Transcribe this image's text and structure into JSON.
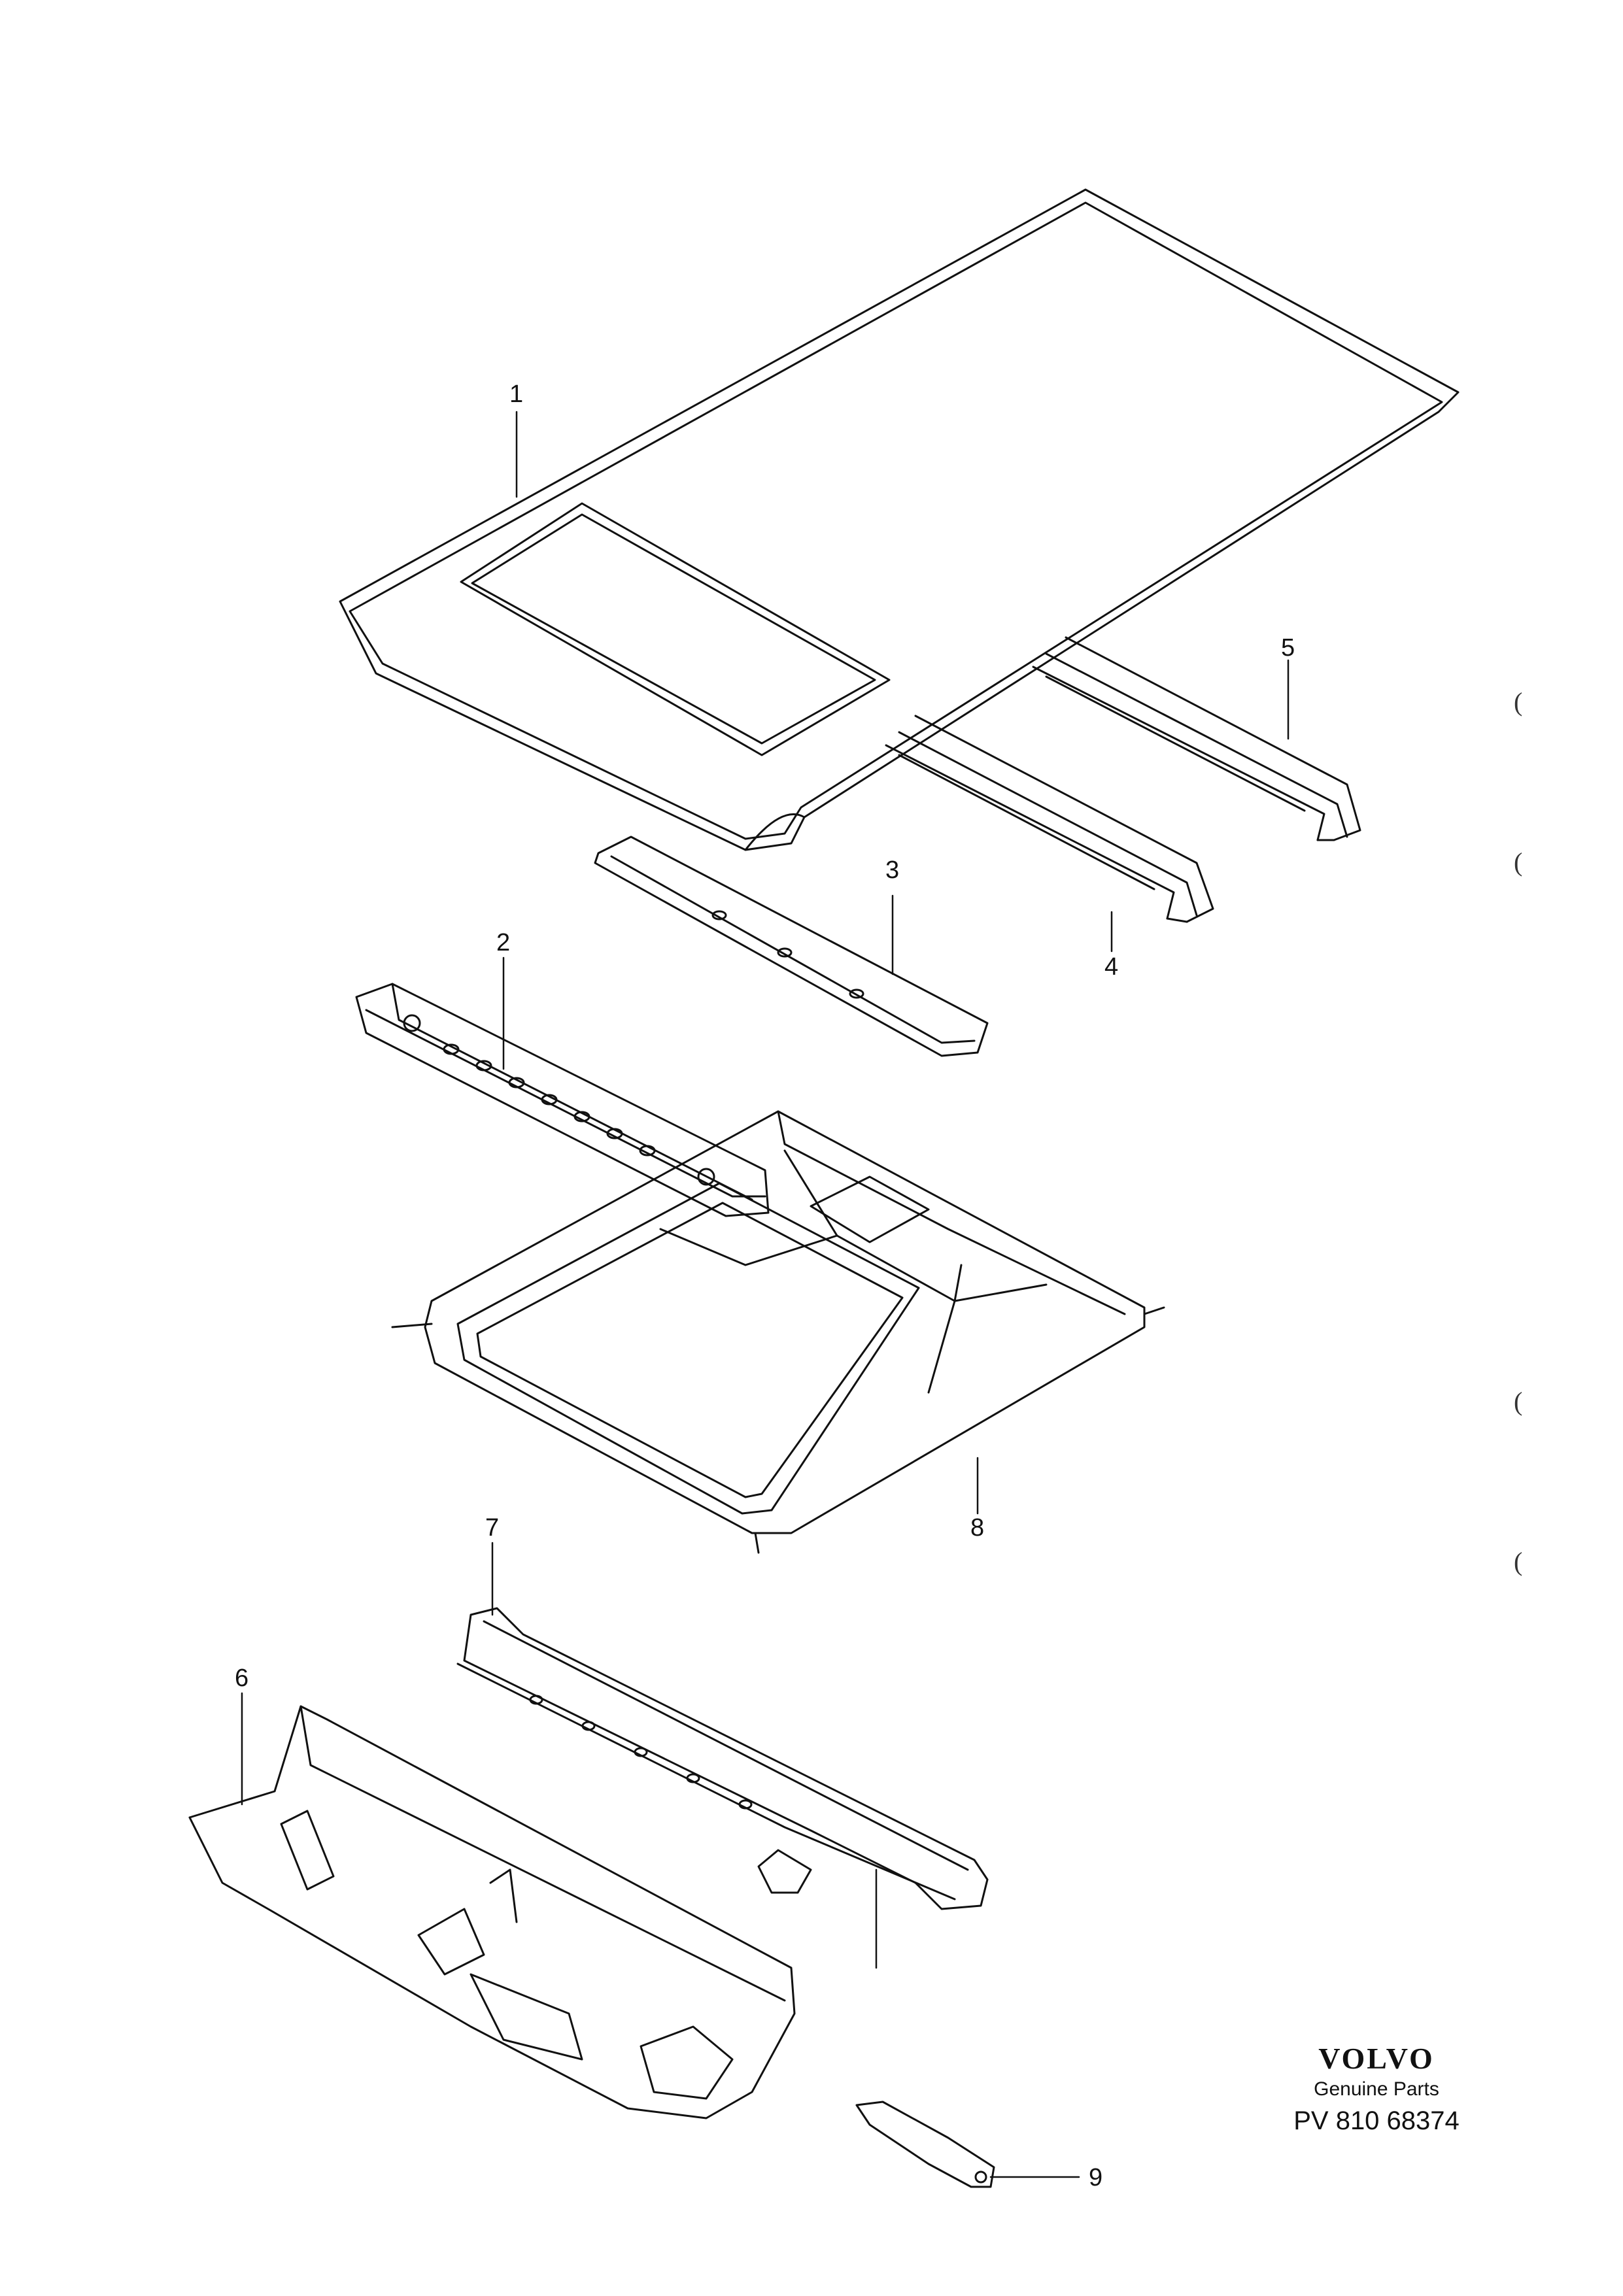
{
  "callouts": [
    {
      "id": "1",
      "label": "1"
    },
    {
      "id": "2",
      "label": "2"
    },
    {
      "id": "3",
      "label": "3"
    },
    {
      "id": "4",
      "label": "4"
    },
    {
      "id": "5",
      "label": "5"
    },
    {
      "id": "6",
      "label": "6"
    },
    {
      "id": "7",
      "label": "7"
    },
    {
      "id": "8",
      "label": "8"
    },
    {
      "id": "9",
      "label": "9"
    }
  ],
  "brand": {
    "logo": "VOLVO",
    "tagline": "Genuine Parts",
    "reference": "PV 810 68374"
  },
  "edge_marks": [
    "(",
    "(",
    "(",
    "("
  ]
}
